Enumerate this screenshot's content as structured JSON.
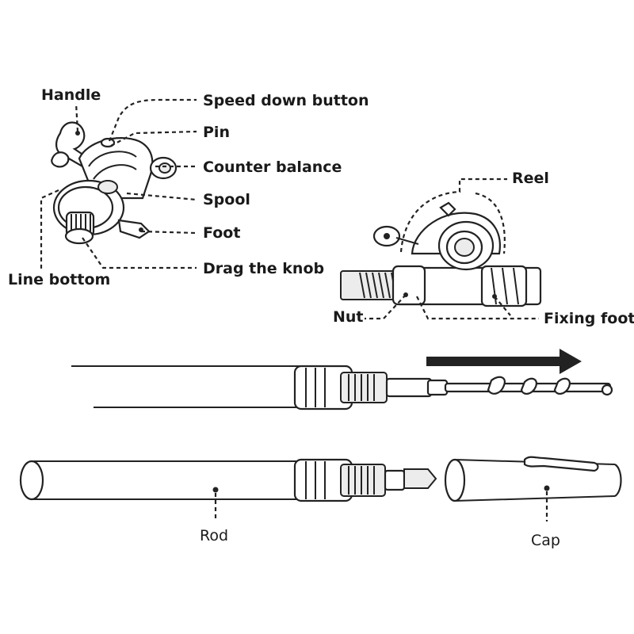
{
  "reel_labels": {
    "handle": "Handle",
    "speed_down_button": "Speed down button",
    "pin": "Pin",
    "counter_balance": "Counter balance",
    "spool": "Spool",
    "foot": "Foot",
    "drag_the_knob": "Drag the knob",
    "line_bottom": "Line bottom"
  },
  "mount_labels": {
    "reel": "Reel",
    "nut": "Nut",
    "fixing_foot": "Fixing foot"
  },
  "rod_labels": {
    "rod": "Rod",
    "cap": "Cap"
  },
  "icons": {
    "extend_arrow": "arrow-right-icon"
  },
  "colors": {
    "ink": "#222222",
    "background": "#ffffff"
  }
}
